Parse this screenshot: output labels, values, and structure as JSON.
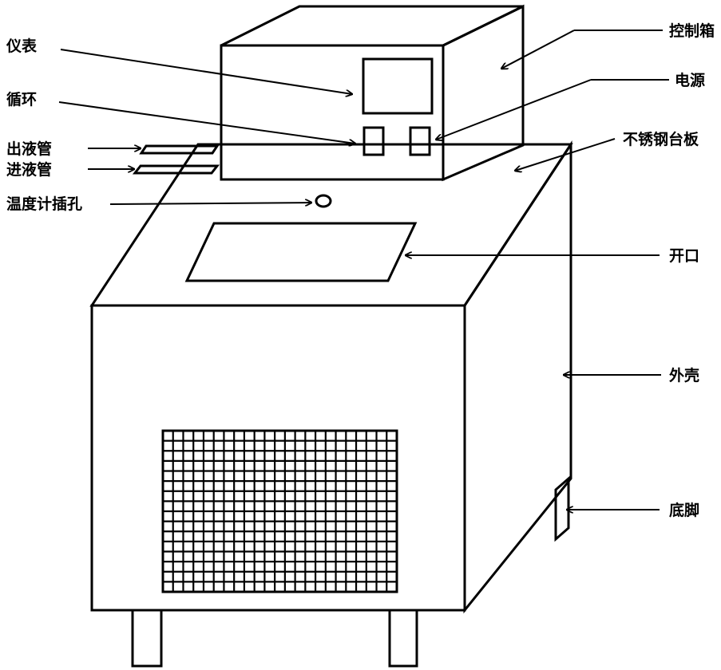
{
  "diagram": {
    "labels": {
      "meter": "仪表",
      "circulation": "循环",
      "outlet_pipe": "出液管",
      "inlet_pipe": "进液管",
      "thermometer_hole": "温度计插孔",
      "control_box": "控制箱",
      "power": "电源",
      "stainless_plate": "不锈钢台板",
      "opening": "开口",
      "shell": "外壳",
      "feet": "底脚"
    },
    "colors": {
      "stroke": "#000000",
      "background": "#ffffff"
    },
    "grille": {
      "columns": 23,
      "rows": 16
    }
  }
}
